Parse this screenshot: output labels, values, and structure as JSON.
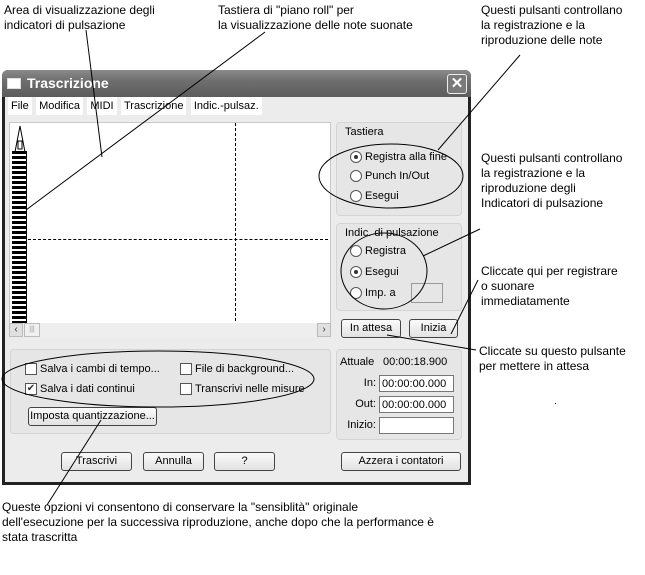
{
  "annotations": {
    "beat_area": "Area di visualizzazione degli\nindicatori di pulsazione",
    "piano_roll": "Tastiera di \"piano roll\" per\nla visualizzazione delle note suonate",
    "note_buttons": "Questi pulsanti controllano\nla registrazione e la\nriproduzione delle note",
    "beat_buttons": "Questi pulsanti controllano\nla registrazione e la\nriproduzione degli\nIndicatori di pulsazione",
    "start_button": "Cliccate qui per registrare\no suonare\nimmediatamente",
    "wait_button": "Cliccate su questo pulsante\nper mettere in attesa",
    "options": "Queste opzioni vi consentono di conservare la \"sensiblità\" originale\ndell'esecuzione per la successiva riproduzione, anche dopo che la performance è\nstata trascritta"
  },
  "window": {
    "title": "Trascrizione",
    "close_icon": "close-icon"
  },
  "menu": [
    "File",
    "Modifica",
    "MIDI",
    "Trascrizione",
    "Indic.-pulsaz."
  ],
  "scrollbar": {
    "left_icon": "‹",
    "right_icon": "›",
    "thumb_icon": "|||"
  },
  "keyboard_group": {
    "label": "Tastiera",
    "options": [
      {
        "label": "Registra alla fine",
        "selected": true
      },
      {
        "label": "Punch In/Out",
        "selected": false
      },
      {
        "label": "Esegui",
        "selected": false
      }
    ]
  },
  "beat_group": {
    "label": "Indic. di pulsazione",
    "options": [
      {
        "label": "Registra",
        "selected": false
      },
      {
        "label": "Esegui",
        "selected": true
      },
      {
        "label": "Imp. a",
        "selected": false
      }
    ],
    "imp_value": ""
  },
  "buttons": {
    "wait": "In attesa",
    "start": "Inizia",
    "quantize": "Imposta quantizzazione...",
    "transcribe": "Trascrivi",
    "cancel": "Annulla",
    "help": "?",
    "reset_counters": "Azzera i contatori"
  },
  "options": [
    {
      "label": "Salva i cambi di tempo...",
      "checked": false
    },
    {
      "label": "File di background...",
      "checked": false
    },
    {
      "label": "Salva i dati continui",
      "checked": true
    },
    {
      "label": "Transcrivi nelle misure",
      "checked": false
    }
  ],
  "counters": {
    "current_label": "Attuale",
    "current_value": "00:00:18.900",
    "in_label": "In:",
    "in_value": "00:00:00.000",
    "out_label": "Out:",
    "out_value": "00:00:00.000",
    "start_label": "Inizio:",
    "start_value": ""
  }
}
